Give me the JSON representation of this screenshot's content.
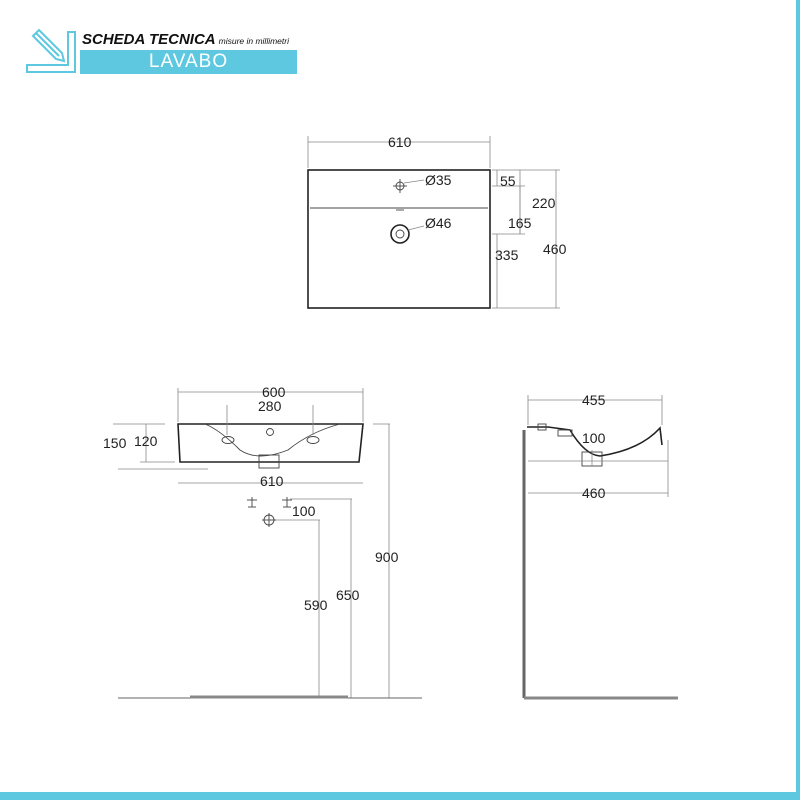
{
  "header": {
    "title": "SCHEDA TECNICA",
    "subtitle": "misure in millimetri",
    "product": "LAVABO",
    "icon": "pencil-ruler-icon",
    "accent_color": "#5ec8e0"
  },
  "top_view": {
    "width": "610",
    "hole_tap": "Ø35",
    "hole_drain": "Ø46",
    "dim_55": "55",
    "dim_220": "220",
    "dim_165": "165",
    "dim_335": "335",
    "dim_460": "460"
  },
  "front_view": {
    "width_top": "600",
    "tap_spacing": "280",
    "height_total": "150",
    "height_basin": "120",
    "width_bottom": "610",
    "supply_spacing": "100",
    "drain_height": "590",
    "supply_height": "650",
    "mount_height": "900"
  },
  "side_view": {
    "depth_top": "455",
    "drain_offset": "100",
    "depth_bottom": "460"
  }
}
